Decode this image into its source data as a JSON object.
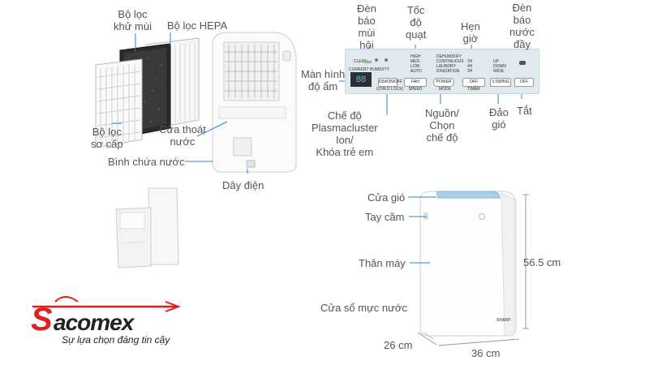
{
  "labels": {
    "filter_deodorizing": [
      "Bộ lọc",
      "khử mùi"
    ],
    "filter_hepa": "Bộ lọc HEPA",
    "filter_primary": [
      "Bộ lọc",
      "sơ cấp"
    ],
    "drain_outlet": [
      "Cửa thoát",
      "nước"
    ],
    "water_tank": "Bình chứa nước",
    "power_cord": "Dây điện",
    "humidity_display": [
      "Màn hình",
      "độ ẩm"
    ],
    "odor_light": [
      "Đèn",
      "báo",
      "mùi",
      "hôi"
    ],
    "fan_speed": [
      "Tốc",
      "độ",
      "quạt"
    ],
    "timer": [
      "Hẹn",
      "giờ"
    ],
    "full_tank_light": [
      "Đèn",
      "báo",
      "nước",
      "đầy"
    ],
    "plasmacluster": [
      "Chế độ",
      "Plasmacluster",
      "Ion/",
      "Khóa trẻ em"
    ],
    "power_mode": [
      "Nguồn/",
      "Chọn",
      "chế độ"
    ],
    "swing": [
      "Đảo",
      "gió"
    ],
    "off": "Tắt",
    "air_outlet": "Cửa gió",
    "handle": "Tay cầm",
    "body": "Thân máy",
    "water_window": "Cửa sổ mực nước"
  },
  "dimensions": {
    "height": "56.5 cm",
    "depth": "26 cm",
    "width": "36 cm"
  },
  "panel": {
    "clean_label": "CLEAN",
    "humidity_label": "CURRENT HUMIDITY",
    "display_value": "88",
    "mode_labels": [
      "HIGH",
      "MED",
      "LOW",
      "AUTO"
    ],
    "dehumid_labels": [
      "DEHUMIDIFY",
      "CONTINUOUS",
      "LAUNDRY",
      "IONIZATION"
    ],
    "timer_labels": [
      "1H",
      "4H",
      "2H"
    ],
    "swing_labels": [
      "UP",
      "DOWN",
      "WIDE"
    ],
    "btn_onoff": "ION/ON/OFF",
    "btn_onoff_sub": "(CHILD LOCK)",
    "btn_fan": "FAN SPEED",
    "btn_power": "POWER",
    "btn_power_sub": "MODE",
    "btn_timer": "OFF TIMER",
    "btn_swing": "V.SWING",
    "btn_off": "OFF"
  },
  "brand": {
    "logo_text": "acomex",
    "logo_initial": "S",
    "tagline": "Sự lựa chọn đáng tin cậy",
    "device_brand": "SHARP",
    "red": "#e02020",
    "dark": "#222222"
  },
  "colors": {
    "panel_bg": "#dfe9ee",
    "leader_line": "#2f7fd8",
    "hepa": "#f2f2f2",
    "carbon": "#2b2b2b",
    "vent_blue": "#a9cfe6"
  }
}
